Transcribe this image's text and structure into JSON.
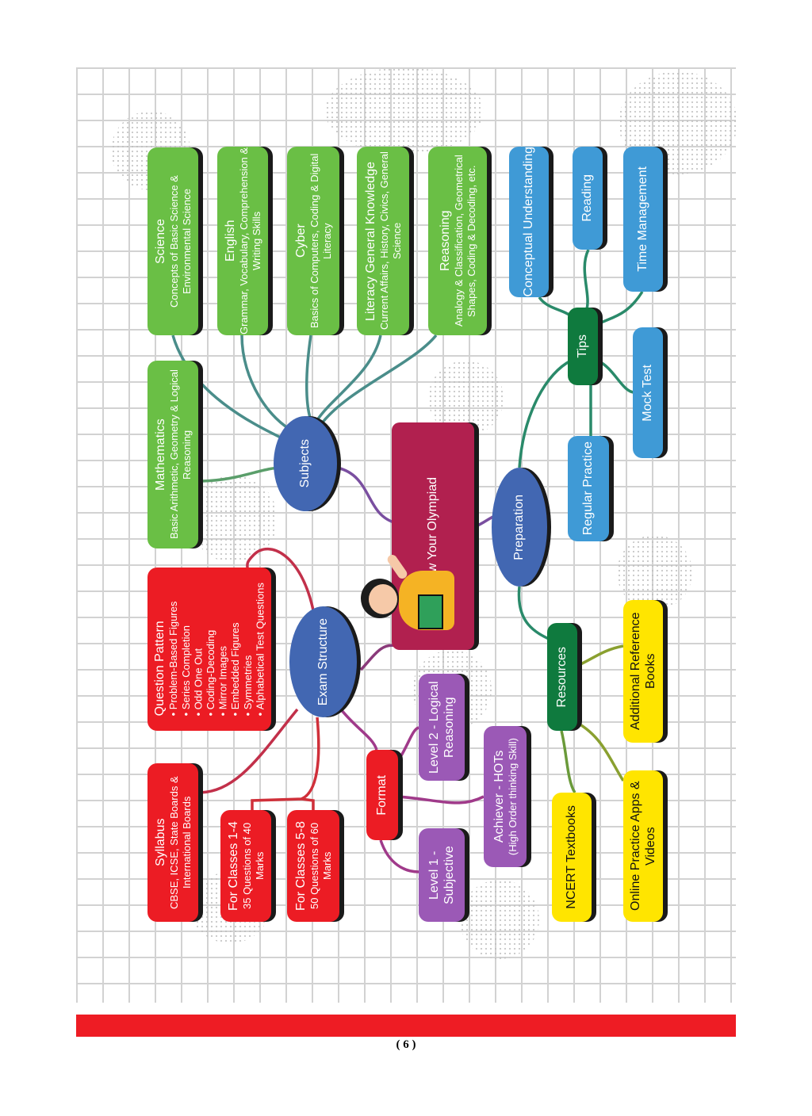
{
  "center": {
    "title": "Know Your Olympiad"
  },
  "hubs": {
    "subjects": "Subjects",
    "preparation": "Preparation",
    "exam": "Exam Structure",
    "tips": "Tips",
    "resources": "Resources",
    "format": "Format"
  },
  "subjects": [
    {
      "id": "math",
      "title": "Mathematics",
      "detail": "Basic Arithmetic, Geometry & Logical Reasoning"
    },
    {
      "id": "science",
      "title": "Science",
      "detail": "Concepts of Basic Science & Environmental Science"
    },
    {
      "id": "english",
      "title": "English",
      "detail": "Grammar, Vocabulary, Comprehension & Writing Skills"
    },
    {
      "id": "cyber",
      "title": "Cyber",
      "detail": "Basics of Computers, Coding & Digital Literacy"
    },
    {
      "id": "gk",
      "title": "Literacy General Knowledge",
      "detail": "Current Affairs, History, Civics, General Science"
    },
    {
      "id": "reasoning",
      "title": "Reasoning",
      "detail": "Analogy & Classification, Geometrical Shapes, Coding & Decoding, etc."
    }
  ],
  "tips": [
    {
      "id": "conceptual",
      "title": "Conceptual Understanding"
    },
    {
      "id": "reading",
      "title": "Reading"
    },
    {
      "id": "time",
      "title": "Time Management"
    },
    {
      "id": "mock",
      "title": "Mock Test"
    },
    {
      "id": "regular",
      "title": "Regular Practice"
    }
  ],
  "exam": {
    "question_pattern": {
      "title": "Question Pattern",
      "items": [
        "Problem-Based Figures",
        "Series Completion",
        "Odd One Out",
        "Coding-Decoding",
        "Mirror Images",
        "Embedded Figures",
        "Symmetries",
        "Alphabetical Test Questions"
      ]
    },
    "syllabus": {
      "title": "Syllabus",
      "detail": "CBSE, ICSE, State Boards & International Boards"
    },
    "classes14": {
      "title": "For Classes 1-4",
      "detail": "35 Questions of 40 Marks"
    },
    "classes58": {
      "title": "For Classes 5-8",
      "detail": "50 Questions of 60 Marks"
    }
  },
  "format": [
    {
      "id": "level2",
      "title": "Level 2 - Logical Reasoning"
    },
    {
      "id": "achiever",
      "title": "Achiever - HOTs",
      "detail": "(High Order thinking Skill)"
    },
    {
      "id": "level1",
      "title": "Level 1 - Subjective"
    }
  ],
  "resources": [
    {
      "id": "additional",
      "title": "Additional Reference Books"
    },
    {
      "id": "ncert",
      "title": "NCERT Textbooks"
    },
    {
      "id": "online",
      "title": "Online Practice Apps & Videos"
    }
  ],
  "footer": {
    "page_number": "( 6 )"
  },
  "colors": {
    "green": "#6abf45",
    "blue": "#3f9ad6",
    "red": "#ec1c24",
    "purple": "#9b59b6",
    "yellow": "#ffe500",
    "hub": "#4267b2",
    "center": "#b1204f"
  }
}
